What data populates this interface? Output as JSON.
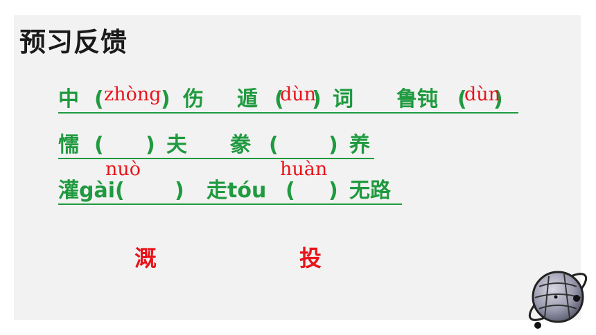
{
  "title": "预习反馈",
  "line1": {
    "w1": "中",
    "lp1": "(",
    "rp1": ")",
    "w2": "伤",
    "w3": "遁",
    "lp2": "(",
    "rp2": ")",
    "w4": "词",
    "w5": "鲁钝",
    "lp3": "(",
    "rp3": ")"
  },
  "line1_pinyin": {
    "p1": "zhòng",
    "p2": "dùn",
    "p3": "dùn"
  },
  "line2": {
    "w1": "懦",
    "lp1": "(",
    "rp1": ")",
    "w2": "夫",
    "w3": "豢",
    "lp2": "(",
    "rp2": ")",
    "w4": "养"
  },
  "line2_pinyin": {
    "p1": "nuò",
    "p2": "huàn"
  },
  "line3": {
    "w1": "灌gài(",
    "rp1": ")",
    "w2": "走tóu",
    "lp2": "(",
    "rp2": ")",
    "w3": "无路"
  },
  "answers": {
    "a1": "溉",
    "a2": "投"
  },
  "colors": {
    "green": "#1f9a3f",
    "red": "#e8141b",
    "title": "#1a1a1a"
  }
}
